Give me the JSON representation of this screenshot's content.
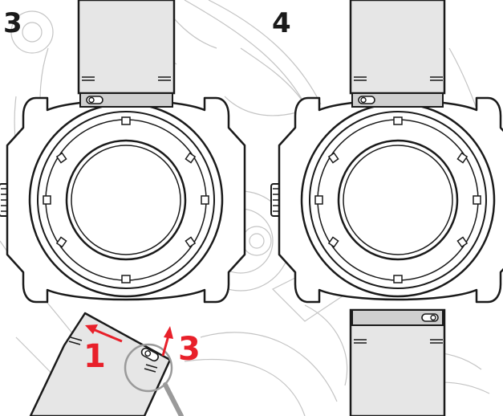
{
  "steps": {
    "left": {
      "number": "3"
    },
    "right": {
      "number": "4"
    }
  },
  "callouts": {
    "arrow_1": "1",
    "arrow_3": "3"
  },
  "colors": {
    "ink": "#1a1a1a",
    "strap_fill": "#e6e6e6",
    "bar_fill": "#cfcfcf",
    "accent": "#e8202a",
    "background_lines": "#c4c4c4",
    "magnifier": "#9a9a9a"
  }
}
